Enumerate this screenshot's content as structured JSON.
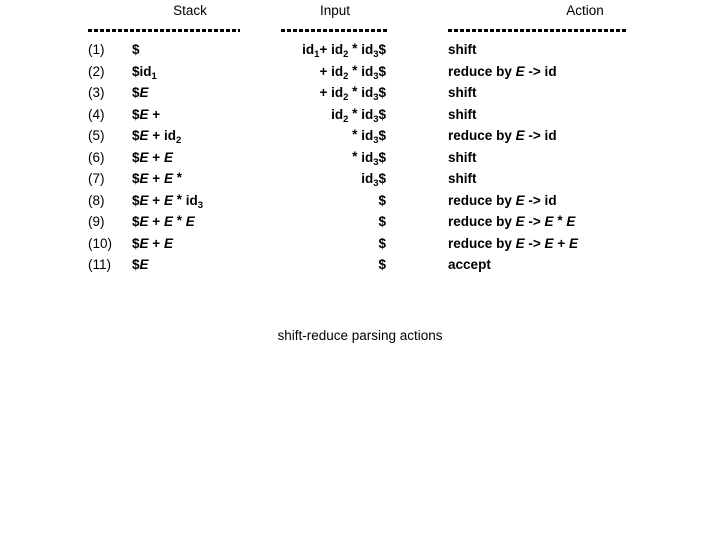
{
  "page": {
    "background": "#ffffff",
    "text_color": "#000000",
    "caption": "shift-reduce parsing actions"
  },
  "table": {
    "headers": {
      "stack": "Stack",
      "input": "Input",
      "action": "Action"
    },
    "separators": {
      "stack": "-------------------------",
      "input": "-----------------",
      "action": "------------------------------"
    },
    "rows": [
      {
        "num": "(1)",
        "stack": "$",
        "input": "id1+ id2 * id3$",
        "action": "shift"
      },
      {
        "num": "(2)",
        "stack": "$id1",
        "input": "+ id2 * id3$",
        "action": "reduce by E -> id"
      },
      {
        "num": "(3)",
        "stack": "$E",
        "input": "+ id2 * id3$",
        "action": "shift"
      },
      {
        "num": "(4)",
        "stack": "$E +",
        "input": "id2 * id3$",
        "action": "shift"
      },
      {
        "num": "(5)",
        "stack": "$E + id2",
        "input": "* id3$",
        "action": "reduce by E -> id"
      },
      {
        "num": "(6)",
        "stack": "$E + E",
        "input": "* id3$",
        "action": "shift"
      },
      {
        "num": "(7)",
        "stack": "$E + E *",
        "input": "id3$",
        "action": "shift"
      },
      {
        "num": "(8)",
        "stack": "$E + E * id3",
        "input": "$",
        "action": "reduce by E -> id"
      },
      {
        "num": "(9)",
        "stack": "$E + E * E",
        "input": "$",
        "action": "reduce by E -> E * E"
      },
      {
        "num": "(10)",
        "stack": "$E + E",
        "input": "$",
        "action": "reduce by E -> E + E"
      },
      {
        "num": "(11)",
        "stack": "$E",
        "input": "$",
        "action": "accept"
      }
    ]
  }
}
